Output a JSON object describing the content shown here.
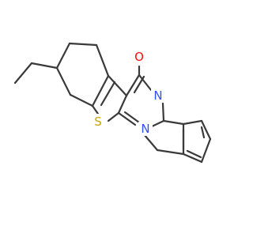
{
  "molecule": {
    "atoms": {
      "oxygen": {
        "symbol": "O",
        "color": "#ff0d0d"
      },
      "nitrogen_imine": {
        "symbol": "N",
        "color": "#3050f8"
      },
      "nitrogen_ring": {
        "symbol": "N",
        "color": "#3050f8"
      },
      "sulfur": {
        "symbol": "S",
        "color": "#c8a800"
      }
    },
    "bond_color": "#3a3a3a"
  }
}
